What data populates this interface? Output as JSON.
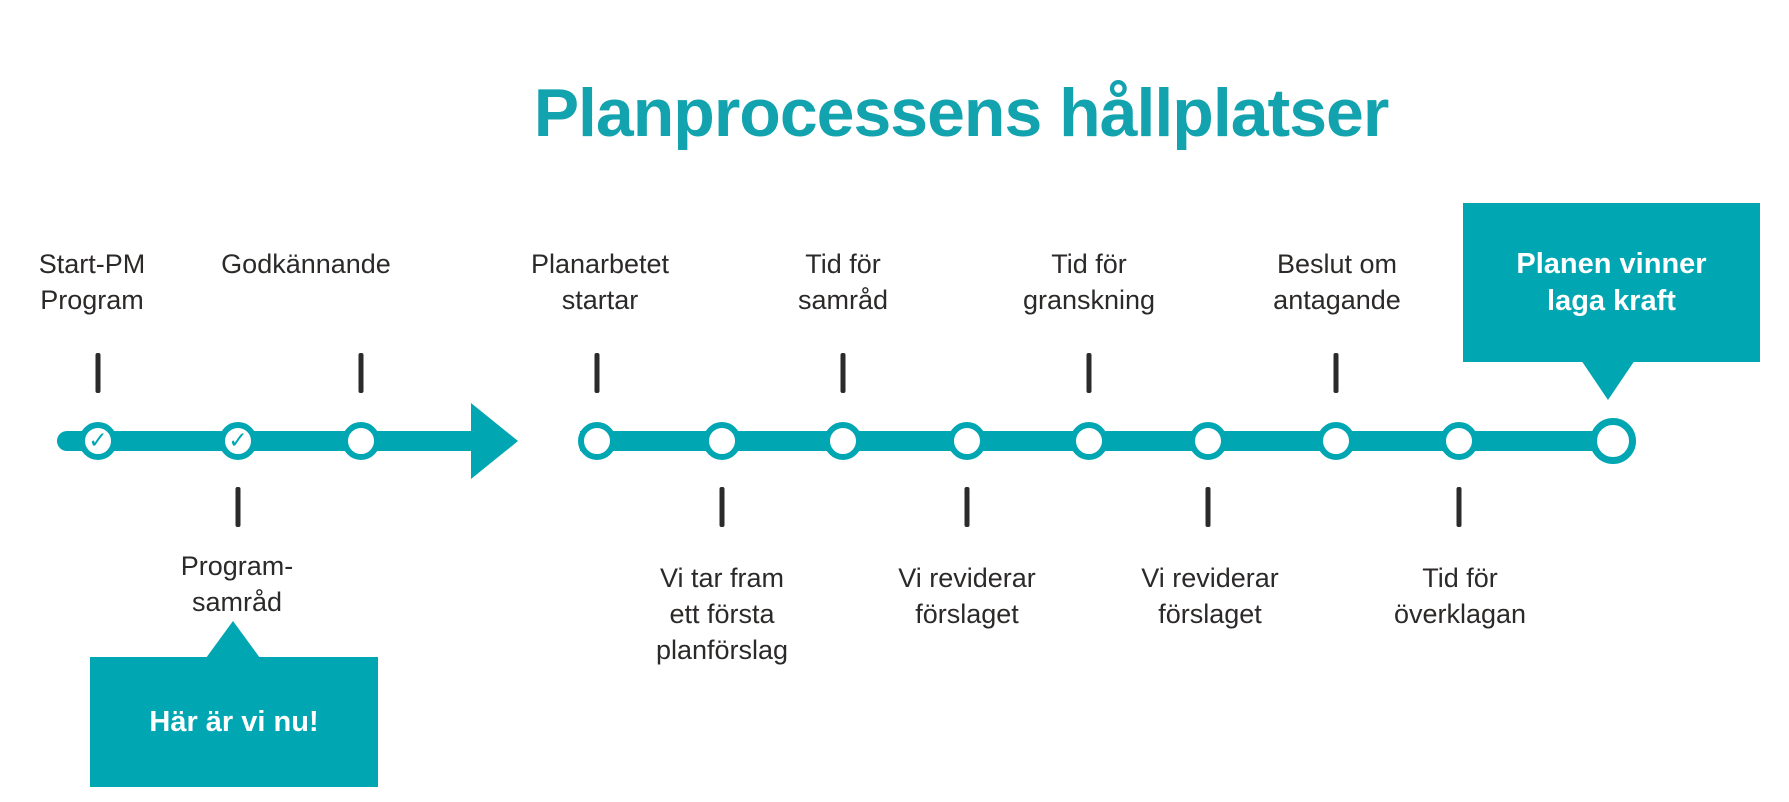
{
  "title": "Planprocessens hållplatser",
  "colors": {
    "accent_teal": "#00a6b2",
    "title_teal": "#12a3ae",
    "tick_ink": "#2b2b2b",
    "label_ink": "#2c2a29",
    "bubble_text": "#ffffff"
  },
  "glyphs": {
    "check": "✓"
  },
  "phase1": {
    "top_labels": [
      "Start-PM\nProgram",
      "Godkännande"
    ],
    "bottom_label": "Program-\nsamråd",
    "here_bubble": "Här är vi nu!",
    "stops": [
      "done",
      "done",
      "todo"
    ]
  },
  "phase2": {
    "top_labels": [
      "Planarbetet\nstartar",
      "Tid för\nsamråd",
      "Tid för\ngranskning",
      "Beslut om\nantagande"
    ],
    "bottom_labels": [
      "Vi tar fram\nett första\nplanförslag",
      "Vi reviderar\nförslaget",
      "Vi reviderar\nförslaget",
      "Tid för\növerklagan"
    ],
    "final_bubble": "Planen vinner\nlaga kraft",
    "stop_count": 9
  }
}
